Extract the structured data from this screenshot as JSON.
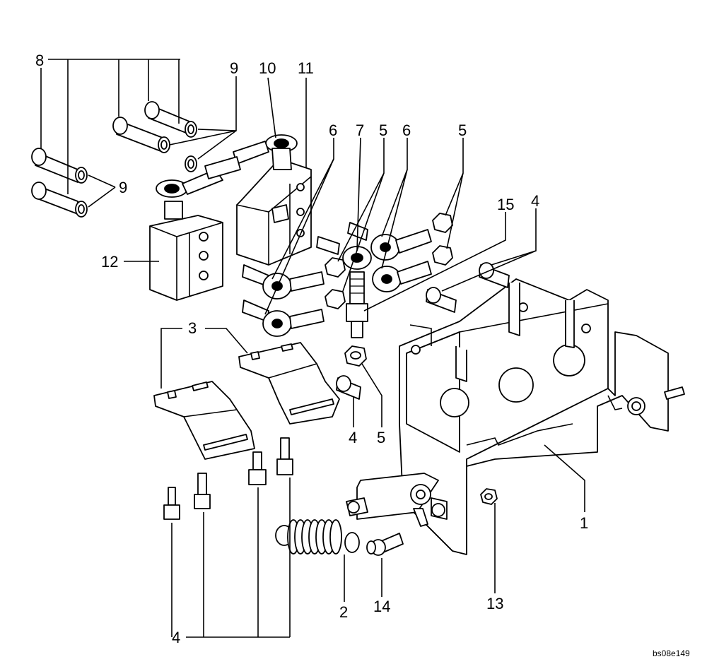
{
  "callouts": {
    "c1": "1",
    "c2": "2",
    "c3": "3",
    "c4a": "4",
    "c4b": "4",
    "c4c": "4",
    "c5a": "5",
    "c5b": "5",
    "c5c": "5",
    "c6a": "6",
    "c6b": "6",
    "c7": "7",
    "c8": "8",
    "c9a": "9",
    "c9b": "9",
    "c10": "10",
    "c11": "11",
    "c12": "12",
    "c13": "13",
    "c14": "14",
    "c15": "15"
  },
  "reference_code": "bs08e149"
}
